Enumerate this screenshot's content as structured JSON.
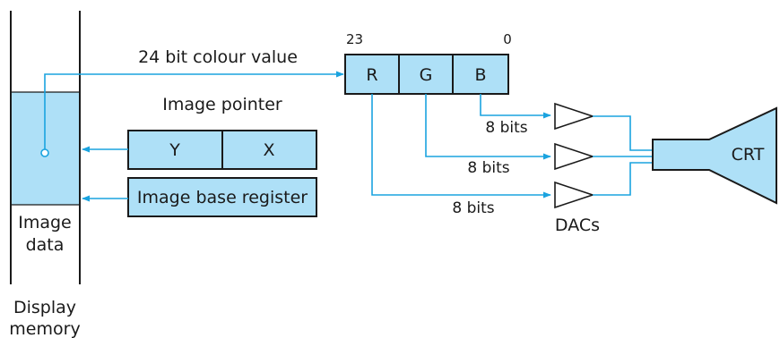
{
  "labels": {
    "colour_value": "24 bit colour value",
    "image_pointer": "Image pointer",
    "y": "Y",
    "x": "X",
    "image_base_register": "Image base register",
    "image_data_line1": "Image",
    "image_data_line2": "data",
    "display_memory_line1": "Display",
    "display_memory_line2": "memory",
    "bit_high": "23",
    "bit_low": "0",
    "r": "R",
    "g": "G",
    "b": "B",
    "bits_b": "8 bits",
    "bits_g": "8 bits",
    "bits_r": "8 bits",
    "dacs": "DACs",
    "crt": "CRT"
  },
  "colors": {
    "box_fill": "#aee0f7",
    "wire": "#1aa3df",
    "outline": "#1a1a1a"
  }
}
